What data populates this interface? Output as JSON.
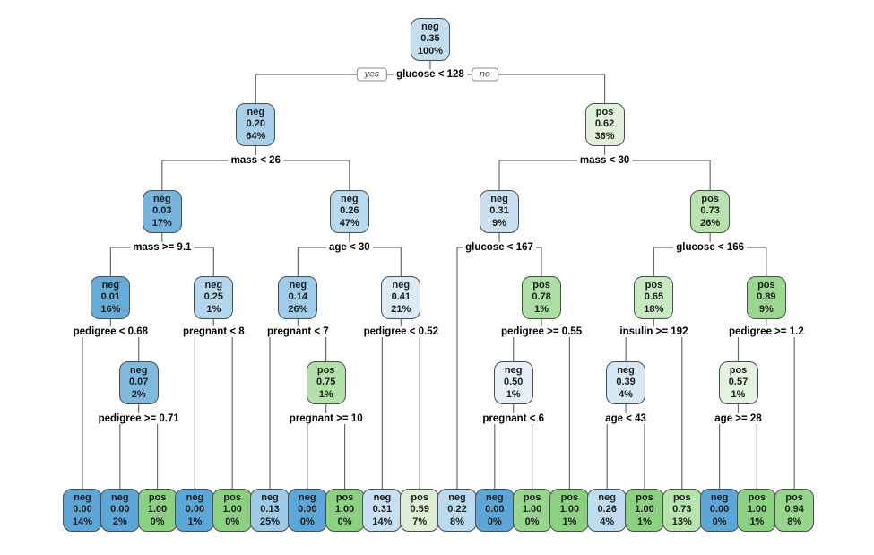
{
  "figure": {
    "background": "#ffffff",
    "edge_color": "#6b6b6b",
    "neg_dark": "#5CA7D8",
    "pos_dark": "#8CD182"
  },
  "root_branch": {
    "yes_label": "yes",
    "no_label": "no"
  },
  "tree": {
    "class": "neg",
    "prob": "0.35",
    "pct": "100%",
    "color": "#C2DDF0",
    "split": "glucose < 128",
    "children": [
      {
        "class": "neg",
        "prob": "0.20",
        "pct": "64%",
        "color": "#A8D0EA",
        "split": "mass < 26",
        "children": [
          {
            "class": "neg",
            "prob": "0.03",
            "pct": "17%",
            "color": "#73B3DC",
            "split": "mass >= 9.1",
            "children": [
              {
                "class": "neg",
                "prob": "0.01",
                "pct": "16%",
                "color": "#66ACD9",
                "split": "pedigree < 0.68",
                "children": [
                  {
                    "class": "neg",
                    "prob": "0.00",
                    "pct": "14%",
                    "color": "#5CA7D8"
                  },
                  {
                    "class": "neg",
                    "prob": "0.07",
                    "pct": "2%",
                    "color": "#7FB9DE",
                    "split": "pedigree >= 0.71",
                    "children": [
                      {
                        "class": "neg",
                        "prob": "0.00",
                        "pct": "2%",
                        "color": "#5CA7D8"
                      },
                      {
                        "class": "pos",
                        "prob": "1.00",
                        "pct": "0%",
                        "color": "#8CD182"
                      }
                    ]
                  }
                ]
              },
              {
                "class": "neg",
                "prob": "0.25",
                "pct": "1%",
                "color": "#B5D7ED",
                "split": "pregnant < 8",
                "children": [
                  {
                    "class": "neg",
                    "prob": "0.00",
                    "pct": "1%",
                    "color": "#5CA7D8"
                  },
                  {
                    "class": "pos",
                    "prob": "1.00",
                    "pct": "0%",
                    "color": "#8CD182"
                  }
                ]
              }
            ]
          },
          {
            "class": "neg",
            "prob": "0.26",
            "pct": "47%",
            "color": "#B9D9EE",
            "split": "age < 30",
            "children": [
              {
                "class": "neg",
                "prob": "0.14",
                "pct": "26%",
                "color": "#9FCCE8",
                "split": "pregnant < 7",
                "children": [
                  {
                    "class": "neg",
                    "prob": "0.13",
                    "pct": "25%",
                    "color": "#9CCAE7"
                  },
                  {
                    "class": "pos",
                    "prob": "0.75",
                    "pct": "1%",
                    "color": "#B2E1A9",
                    "split": "pregnant >= 10",
                    "children": [
                      {
                        "class": "neg",
                        "prob": "0.00",
                        "pct": "0%",
                        "color": "#5CA7D8"
                      },
                      {
                        "class": "pos",
                        "prob": "1.00",
                        "pct": "0%",
                        "color": "#8CD182"
                      }
                    ]
                  }
                ]
              },
              {
                "class": "neg",
                "prob": "0.41",
                "pct": "21%",
                "color": "#DBEAF7",
                "split": "pedigree < 0.52",
                "children": [
                  {
                    "class": "neg",
                    "prob": "0.31",
                    "pct": "14%",
                    "color": "#C9E0F2"
                  },
                  {
                    "class": "pos",
                    "prob": "0.59",
                    "pct": "7%",
                    "color": "#DDF0D7"
                  }
                ]
              }
            ]
          }
        ]
      },
      {
        "class": "pos",
        "prob": "0.62",
        "pct": "36%",
        "color": "#E0F1DB",
        "split": "mass < 30",
        "children": [
          {
            "class": "neg",
            "prob": "0.31",
            "pct": "9%",
            "color": "#C9E0F2",
            "split": "glucose < 167",
            "children": [
              {
                "class": "neg",
                "prob": "0.22",
                "pct": "8%",
                "color": "#BCDAEF"
              },
              {
                "class": "pos",
                "prob": "0.78",
                "pct": "1%",
                "color": "#ACDFA3",
                "split": "pedigree >= 0.55",
                "children": [
                  {
                    "class": "neg",
                    "prob": "0.50",
                    "pct": "1%",
                    "color": "#E6EFF9",
                    "split": "pregnant < 6",
                    "children": [
                      {
                        "class": "neg",
                        "prob": "0.00",
                        "pct": "0%",
                        "color": "#5CA7D8"
                      },
                      {
                        "class": "pos",
                        "prob": "1.00",
                        "pct": "0%",
                        "color": "#98D690"
                      }
                    ]
                  },
                  {
                    "class": "pos",
                    "prob": "1.00",
                    "pct": "1%",
                    "color": "#8CD182"
                  }
                ]
              }
            ]
          },
          {
            "class": "pos",
            "prob": "0.73",
            "pct": "26%",
            "color": "#B7E3AE",
            "split": "glucose < 166",
            "children": [
              {
                "class": "pos",
                "prob": "0.65",
                "pct": "18%",
                "color": "#C9E9C2",
                "split": "insulin >= 192",
                "children": [
                  {
                    "class": "neg",
                    "prob": "0.39",
                    "pct": "4%",
                    "color": "#D6E7F5",
                    "split": "age < 43",
                    "children": [
                      {
                        "class": "neg",
                        "prob": "0.26",
                        "pct": "4%",
                        "color": "#C0DCF0"
                      },
                      {
                        "class": "pos",
                        "prob": "1.00",
                        "pct": "1%",
                        "color": "#8CD182"
                      }
                    ]
                  },
                  {
                    "class": "pos",
                    "prob": "0.73",
                    "pct": "13%",
                    "color": "#B7E3AE"
                  }
                ]
              },
              {
                "class": "pos",
                "prob": "0.89",
                "pct": "9%",
                "color": "#9BD791",
                "split": "pedigree >= 1.2",
                "children": [
                  {
                    "class": "pos",
                    "prob": "0.57",
                    "pct": "1%",
                    "color": "#E4F3DF",
                    "split": "age >= 28",
                    "children": [
                      {
                        "class": "neg",
                        "prob": "0.00",
                        "pct": "0%",
                        "color": "#5CA7D8"
                      },
                      {
                        "class": "pos",
                        "prob": "1.00",
                        "pct": "1%",
                        "color": "#8CD182"
                      }
                    ]
                  },
                  {
                    "class": "pos",
                    "prob": "0.94",
                    "pct": "8%",
                    "color": "#97D58D"
                  }
                ]
              }
            ]
          }
        ]
      }
    ]
  }
}
